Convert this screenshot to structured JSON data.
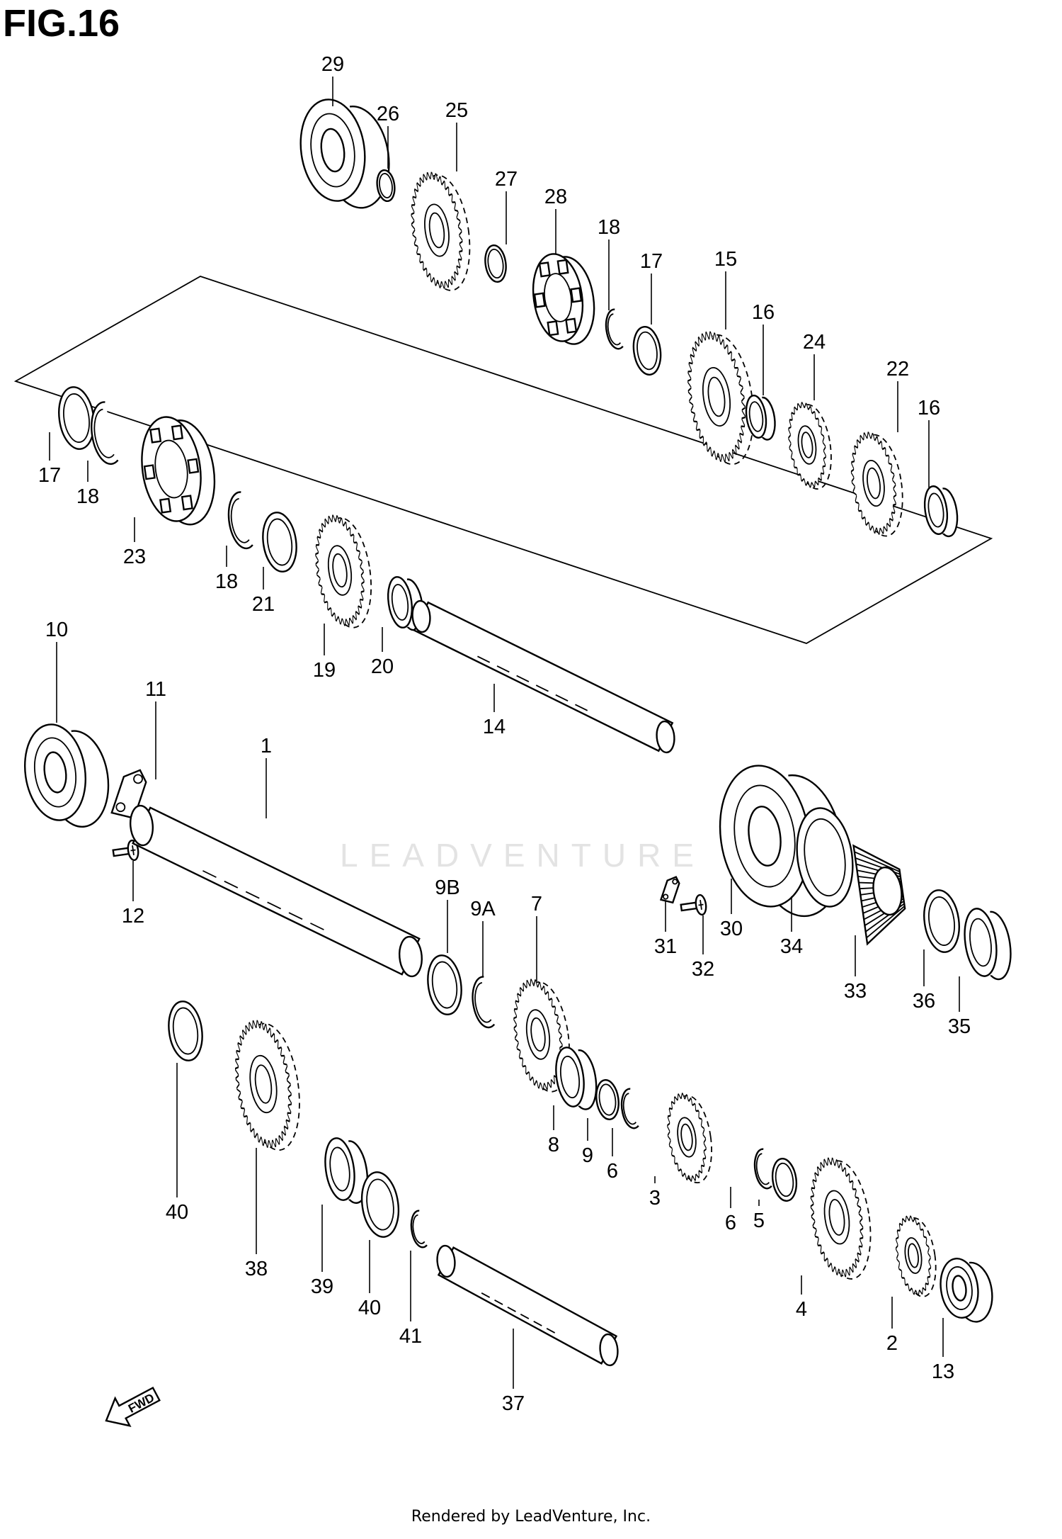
{
  "figure": {
    "title": "FIG.16",
    "footer": "Rendered by LeadVenture, Inc.",
    "watermark": "LEADVENTURE",
    "fwd_label": "FWD"
  },
  "parts": [
    {
      "id": "29",
      "label": "29",
      "kind": "bearing"
    },
    {
      "id": "26",
      "label": "26",
      "kind": "washer"
    },
    {
      "id": "25",
      "label": "25",
      "kind": "gear"
    },
    {
      "id": "27",
      "label": "27",
      "kind": "washer"
    },
    {
      "id": "28",
      "label": "28",
      "kind": "hub"
    },
    {
      "id": "18a",
      "label": "18",
      "kind": "clip"
    },
    {
      "id": "17a",
      "label": "17",
      "kind": "lockwasher"
    },
    {
      "id": "15",
      "label": "15",
      "kind": "gear"
    },
    {
      "id": "16a",
      "label": "16",
      "kind": "bushing"
    },
    {
      "id": "24",
      "label": "24",
      "kind": "gear"
    },
    {
      "id": "22",
      "label": "22",
      "kind": "gear"
    },
    {
      "id": "16b",
      "label": "16",
      "kind": "bushing"
    },
    {
      "id": "17b",
      "label": "17",
      "kind": "lockwasher"
    },
    {
      "id": "18b",
      "label": "18",
      "kind": "clip"
    },
    {
      "id": "23",
      "label": "23",
      "kind": "hub"
    },
    {
      "id": "18c",
      "label": "18",
      "kind": "clip"
    },
    {
      "id": "21",
      "label": "21",
      "kind": "washer"
    },
    {
      "id": "19",
      "label": "19",
      "kind": "gear"
    },
    {
      "id": "20",
      "label": "20",
      "kind": "bushing"
    },
    {
      "id": "14",
      "label": "14",
      "kind": "shaft"
    },
    {
      "id": "10",
      "label": "10",
      "kind": "bearing"
    },
    {
      "id": "11",
      "label": "11",
      "kind": "retainer"
    },
    {
      "id": "12",
      "label": "12",
      "kind": "screw"
    },
    {
      "id": "1",
      "label": "1",
      "kind": "shaft"
    },
    {
      "id": "9B",
      "label": "9B",
      "kind": "washer"
    },
    {
      "id": "9A",
      "label": "9A",
      "kind": "washer"
    },
    {
      "id": "7",
      "label": "7",
      "kind": "gear"
    },
    {
      "id": "8",
      "label": "8",
      "kind": "bushing"
    },
    {
      "id": "9",
      "label": "9",
      "kind": "washer"
    },
    {
      "id": "6a",
      "label": "6",
      "kind": "clip"
    },
    {
      "id": "3",
      "label": "3",
      "kind": "gear"
    },
    {
      "id": "6b",
      "label": "6",
      "kind": "clip"
    },
    {
      "id": "5",
      "label": "5",
      "kind": "lockwasher"
    },
    {
      "id": "4",
      "label": "4",
      "kind": "gear"
    },
    {
      "id": "2",
      "label": "2",
      "kind": "gear"
    },
    {
      "id": "13",
      "label": "13",
      "kind": "bearing"
    },
    {
      "id": "30",
      "label": "30",
      "kind": "bearing"
    },
    {
      "id": "31",
      "label": "31",
      "kind": "retainer"
    },
    {
      "id": "32",
      "label": "32",
      "kind": "screw"
    },
    {
      "id": "34",
      "label": "34",
      "kind": "washer"
    },
    {
      "id": "33",
      "label": "33",
      "kind": "bevel-gear"
    },
    {
      "id": "36",
      "label": "36",
      "kind": "washer"
    },
    {
      "id": "35",
      "label": "35",
      "kind": "nut"
    },
    {
      "id": "40a",
      "label": "40",
      "kind": "washer"
    },
    {
      "id": "38",
      "label": "38",
      "kind": "gear"
    },
    {
      "id": "39",
      "label": "39",
      "kind": "bushing"
    },
    {
      "id": "40b",
      "label": "40",
      "kind": "washer"
    },
    {
      "id": "41",
      "label": "41",
      "kind": "clip"
    },
    {
      "id": "37",
      "label": "37",
      "kind": "shaft"
    }
  ]
}
